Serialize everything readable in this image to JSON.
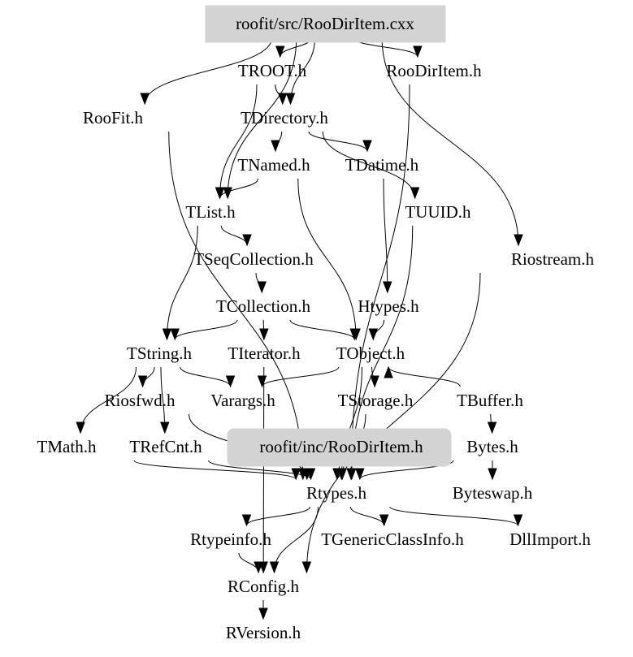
{
  "graph": {
    "title": "Include dependency graph for roofit/src/RooDirItem.cxx",
    "highlight_color": "#d3d3d3",
    "nodes": [
      {
        "id": "src",
        "label": "roofit/src/RooDirItem.cxx",
        "highlighted": true
      },
      {
        "id": "TROOT",
        "label": "TROOT.h"
      },
      {
        "id": "RooDirItem_h",
        "label": "RooDirItem.h"
      },
      {
        "id": "RooFit",
        "label": "RooFit.h"
      },
      {
        "id": "TDirectory",
        "label": "TDirectory.h"
      },
      {
        "id": "TNamed",
        "label": "TNamed.h"
      },
      {
        "id": "TDatime",
        "label": "TDatime.h"
      },
      {
        "id": "TList",
        "label": "TList.h"
      },
      {
        "id": "TUUID",
        "label": "TUUID.h"
      },
      {
        "id": "TSeqCollection",
        "label": "TSeqCollection.h"
      },
      {
        "id": "Riostream",
        "label": "Riostream.h"
      },
      {
        "id": "TCollection",
        "label": "TCollection.h"
      },
      {
        "id": "Htypes",
        "label": "Htypes.h"
      },
      {
        "id": "TString",
        "label": "TString.h"
      },
      {
        "id": "TIterator",
        "label": "TIterator.h"
      },
      {
        "id": "TObject",
        "label": "TObject.h"
      },
      {
        "id": "Riosfwd",
        "label": "Riosfwd.h"
      },
      {
        "id": "Varargs",
        "label": "Varargs.h"
      },
      {
        "id": "TStorage",
        "label": "TStorage.h"
      },
      {
        "id": "TBuffer",
        "label": "TBuffer.h"
      },
      {
        "id": "TMath",
        "label": "TMath.h"
      },
      {
        "id": "TRefCnt",
        "label": "TRefCnt.h"
      },
      {
        "id": "inc",
        "label": "roofit/inc/RooDirItem.h",
        "highlighted": true
      },
      {
        "id": "Bytes",
        "label": "Bytes.h"
      },
      {
        "id": "Rtypes",
        "label": "Rtypes.h"
      },
      {
        "id": "Byteswap",
        "label": "Byteswap.h"
      },
      {
        "id": "Rtypeinfo",
        "label": "Rtypeinfo.h"
      },
      {
        "id": "TGenericClassInfo",
        "label": "TGenericClassInfo.h"
      },
      {
        "id": "DllImport",
        "label": "DllImport.h"
      },
      {
        "id": "RConfig",
        "label": "RConfig.h"
      },
      {
        "id": "RVersion",
        "label": "RVersion.h"
      }
    ],
    "edges": [
      [
        "src",
        "TROOT"
      ],
      [
        "src",
        "RooDirItem_h"
      ],
      [
        "src",
        "RooFit"
      ],
      [
        "src",
        "TDirectory"
      ],
      [
        "src",
        "TList"
      ],
      [
        "src",
        "Riostream"
      ],
      [
        "TROOT",
        "TDirectory"
      ],
      [
        "TROOT",
        "TList"
      ],
      [
        "TDirectory",
        "TNamed"
      ],
      [
        "TDirectory",
        "TDatime"
      ],
      [
        "TDirectory",
        "TUUID"
      ],
      [
        "TNamed",
        "TList"
      ],
      [
        "TNamed",
        "TObject"
      ],
      [
        "TList",
        "TSeqCollection"
      ],
      [
        "TList",
        "TString"
      ],
      [
        "TSeqCollection",
        "TCollection"
      ],
      [
        "TDatime",
        "Htypes"
      ],
      [
        "TCollection",
        "TString"
      ],
      [
        "TCollection",
        "TIterator"
      ],
      [
        "TCollection",
        "TObject"
      ],
      [
        "TString",
        "Riosfwd"
      ],
      [
        "TString",
        "Varargs"
      ],
      [
        "TString",
        "TMath"
      ],
      [
        "TString",
        "TRefCnt"
      ],
      [
        "TObject",
        "Varargs"
      ],
      [
        "TObject",
        "TStorage"
      ],
      [
        "TObject",
        "Rtypes"
      ],
      [
        "Htypes",
        "TObject"
      ],
      [
        "TUUID",
        "Rtypes"
      ],
      [
        "TBuffer",
        "TObject"
      ],
      [
        "TBuffer",
        "Bytes"
      ],
      [
        "Bytes",
        "Rtypes"
      ],
      [
        "Bytes",
        "Byteswap"
      ],
      [
        "inc",
        "Rtypes"
      ],
      [
        "TMath",
        "Rtypes"
      ],
      [
        "TRefCnt",
        "Rtypes"
      ],
      [
        "Riosfwd",
        "Rtypes"
      ],
      [
        "TIterator",
        "RConfig"
      ],
      [
        "TStorage",
        "Rtypes"
      ],
      [
        "RooFit",
        "Rtypes"
      ],
      [
        "RooDirItem_h",
        "Rtypes"
      ],
      [
        "Rtypes",
        "Rtypeinfo"
      ],
      [
        "Rtypes",
        "TGenericClassInfo"
      ],
      [
        "Rtypes",
        "DllImport"
      ],
      [
        "Rtypes",
        "RConfig"
      ],
      [
        "Rtypeinfo",
        "RConfig"
      ],
      [
        "Riostream",
        "RConfig"
      ],
      [
        "RConfig",
        "RVersion"
      ]
    ]
  }
}
